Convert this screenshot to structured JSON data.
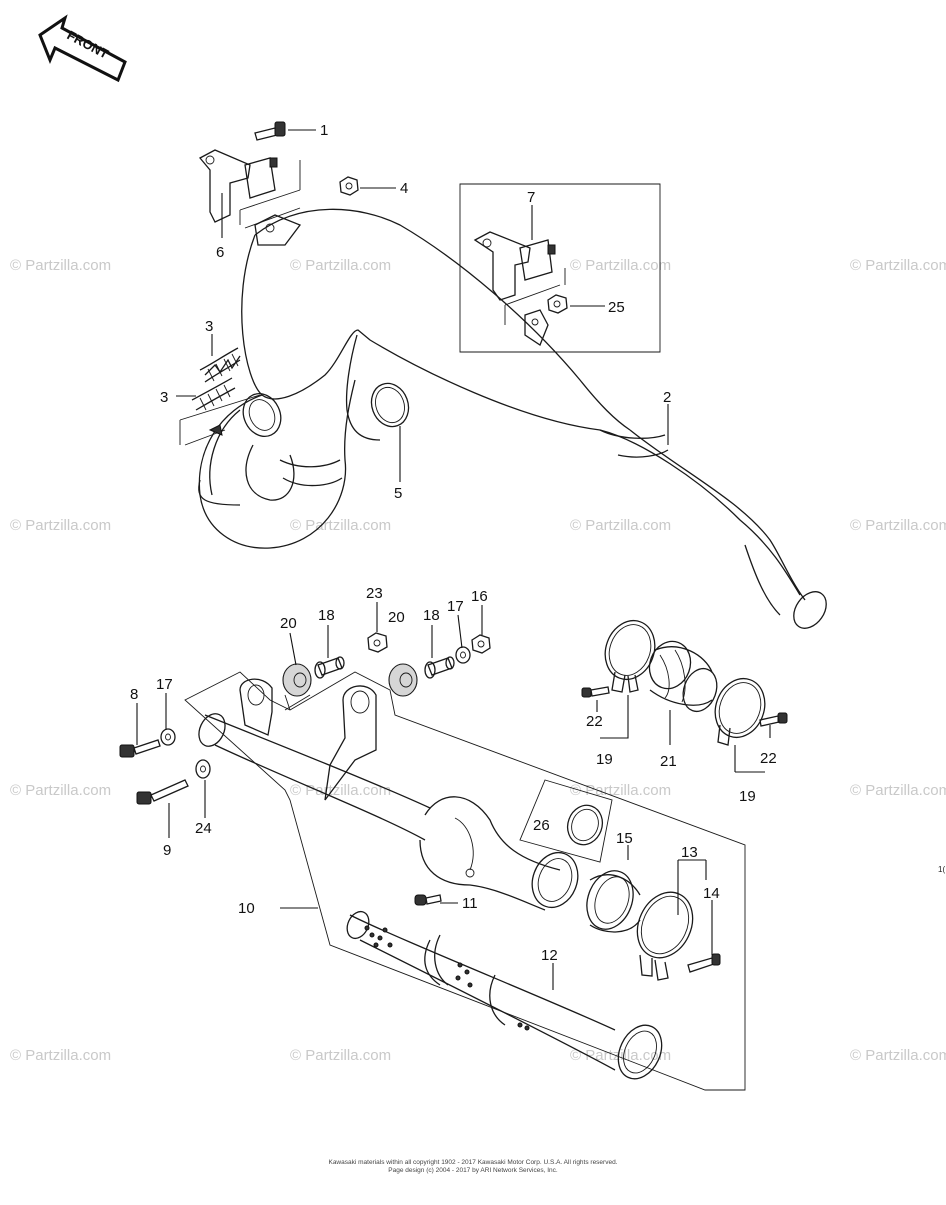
{
  "front_label": "FRONT",
  "watermark": "© Partzilla.com",
  "footer": {
    "line1": "Kawasaki materials within all copyright 1902 - 2017  Kawasaki Motor Corp. U.S.A.   All rights reserved.",
    "line2": "Page design (c) 2004 - 2017 by ARI Network Services, Inc."
  },
  "edge_mark": "1(",
  "callouts": [
    {
      "id": "c1",
      "text": "1"
    },
    {
      "id": "c4",
      "text": "4"
    },
    {
      "id": "c6",
      "text": "6"
    },
    {
      "id": "c7",
      "text": "7"
    },
    {
      "id": "c25",
      "text": "25"
    },
    {
      "id": "c3a",
      "text": "3"
    },
    {
      "id": "c3b",
      "text": "3"
    },
    {
      "id": "c2",
      "text": "2"
    },
    {
      "id": "c5",
      "text": "5"
    },
    {
      "id": "c23",
      "text": "23"
    },
    {
      "id": "c20a",
      "text": "20"
    },
    {
      "id": "c18a",
      "text": "18"
    },
    {
      "id": "c20b",
      "text": "20"
    },
    {
      "id": "c18b",
      "text": "18"
    },
    {
      "id": "c17a",
      "text": "17"
    },
    {
      "id": "c16",
      "text": "16"
    },
    {
      "id": "c8",
      "text": "8"
    },
    {
      "id": "c17b",
      "text": "17"
    },
    {
      "id": "c22a",
      "text": "22"
    },
    {
      "id": "c19a",
      "text": "19"
    },
    {
      "id": "c21",
      "text": "21"
    },
    {
      "id": "c22b",
      "text": "22"
    },
    {
      "id": "c19b",
      "text": "19"
    },
    {
      "id": "c9",
      "text": "9"
    },
    {
      "id": "c24",
      "text": "24"
    },
    {
      "id": "c26",
      "text": "26"
    },
    {
      "id": "c15",
      "text": "15"
    },
    {
      "id": "c13",
      "text": "13"
    },
    {
      "id": "c14",
      "text": "14"
    },
    {
      "id": "c10",
      "text": "10"
    },
    {
      "id": "c11",
      "text": "11"
    },
    {
      "id": "c12",
      "text": "12"
    }
  ]
}
